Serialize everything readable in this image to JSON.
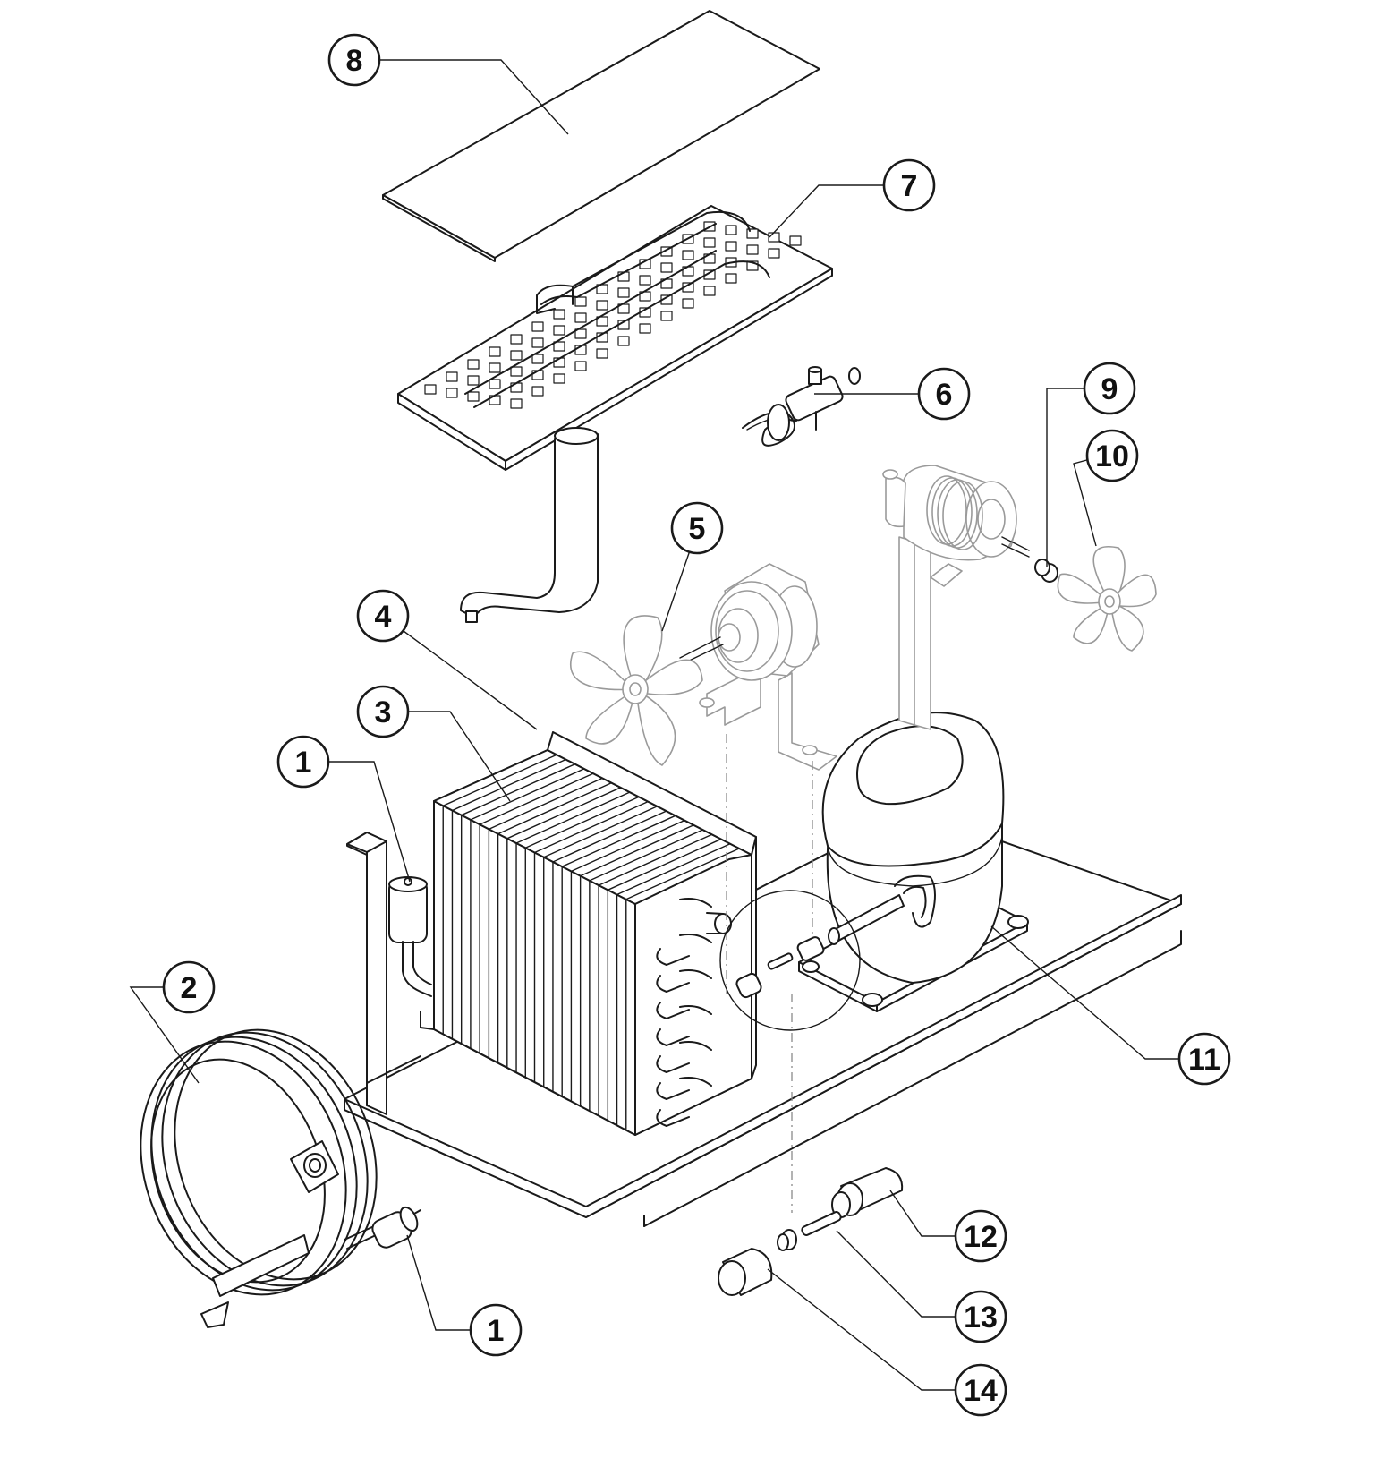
{
  "callouts": [
    {
      "id": "c1",
      "label": "8"
    },
    {
      "id": "c2",
      "label": "7"
    },
    {
      "id": "c3",
      "label": "6"
    },
    {
      "id": "c4",
      "label": "9"
    },
    {
      "id": "c5",
      "label": "10"
    },
    {
      "id": "c6",
      "label": "5"
    },
    {
      "id": "c7",
      "label": "4"
    },
    {
      "id": "c8",
      "label": "3"
    },
    {
      "id": "c9",
      "label": "1"
    },
    {
      "id": "c10",
      "label": "2"
    },
    {
      "id": "c11",
      "label": "11"
    },
    {
      "id": "c12",
      "label": "12"
    },
    {
      "id": "c13",
      "label": "13"
    },
    {
      "id": "c14",
      "label": "1"
    },
    {
      "id": "c15",
      "label": "14"
    }
  ]
}
